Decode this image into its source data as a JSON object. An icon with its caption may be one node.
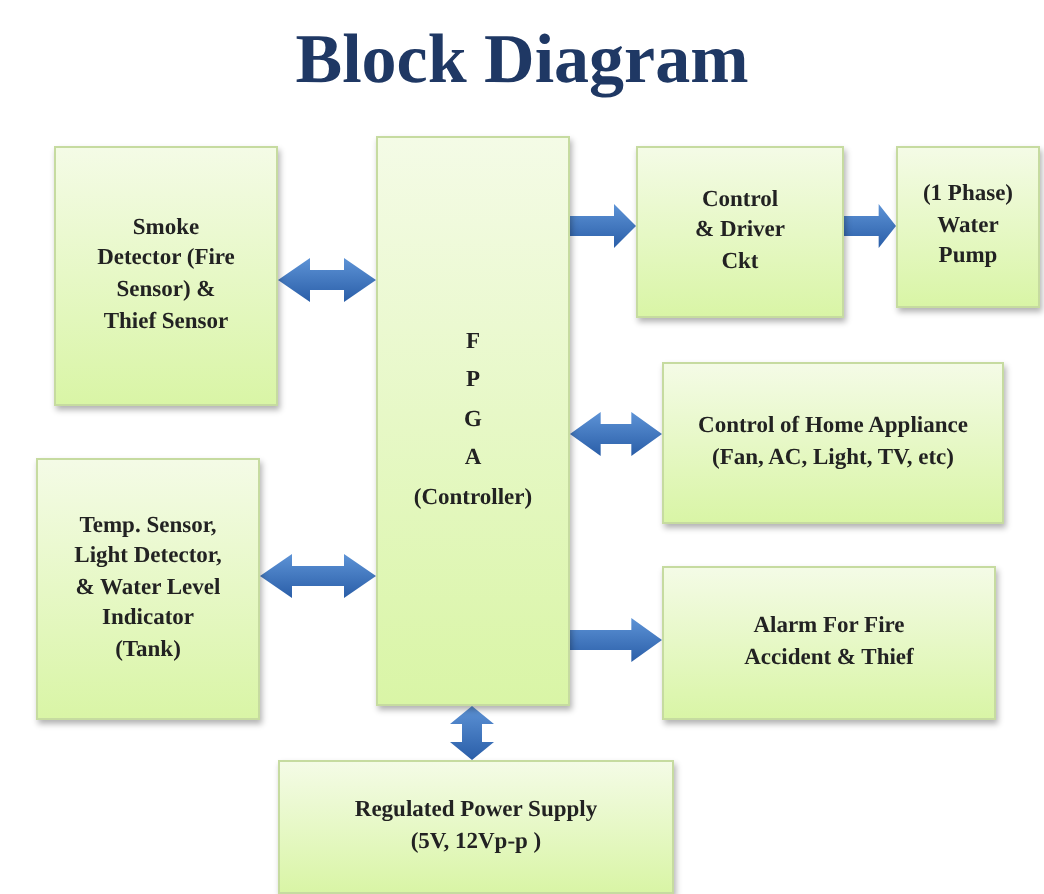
{
  "diagram": {
    "title": "Block Diagram",
    "nodes": [
      {
        "text": [
          "Smoke Detector (Fire Sensor) & Thief Sensor"
        ]
      },
      {
        "text": [
          "F P G A (Controller)"
        ]
      },
      {
        "text": [
          "Control & Driver Ckt"
        ]
      },
      {
        "text": [
          "(1 Phase) Water Pump"
        ]
      },
      {
        "text": [
          "Control of Home Appliance (Fan, AC, Light, TV, etc)"
        ]
      },
      {
        "text": [
          "Temp. Sensor, Light Detector, & Water Level Indicator (Tank)"
        ]
      },
      {
        "text": [
          "Alarm For Fire Accident & Thief"
        ]
      },
      {
        "text": [
          "Regulated Power Supply (5V, 12Vp-p )"
        ]
      }
    ],
    "edges": [
      {
        "from": 0,
        "to": 1,
        "arrow": "both"
      },
      {
        "from": 1,
        "to": 2,
        "arrow": "to"
      },
      {
        "from": 2,
        "to": 3,
        "arrow": "to"
      },
      {
        "from": 1,
        "to": 4,
        "arrow": "both"
      },
      {
        "from": 5,
        "to": 1,
        "arrow": "both"
      },
      {
        "from": 1,
        "to": 6,
        "arrow": "to"
      },
      {
        "from": 1,
        "to": 7,
        "arrow": "both"
      }
    ]
  }
}
